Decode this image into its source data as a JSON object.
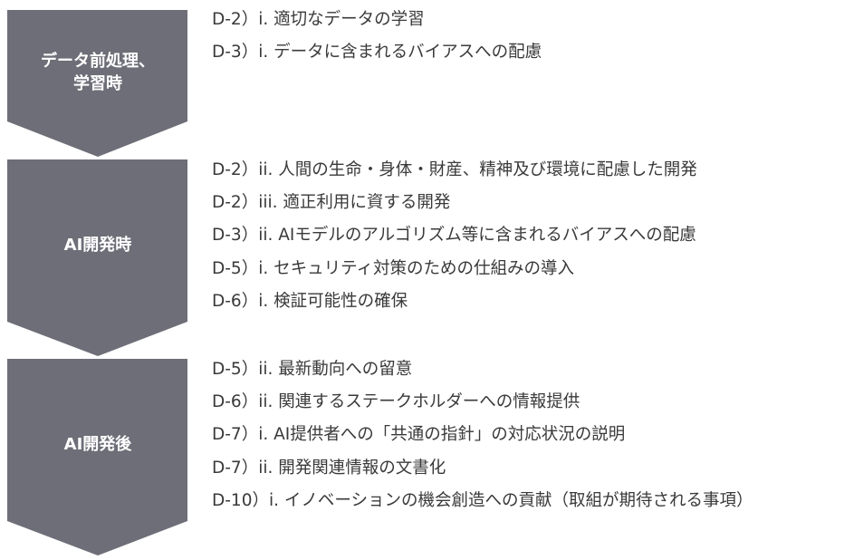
{
  "colors": {
    "arrow": "#6e6e78",
    "text": "#3a3a3a"
  },
  "stages": [
    {
      "label_lines": [
        "データ前処理、",
        "学習時"
      ],
      "items": [
        "D-2）i. 適切なデータの学習",
        "D-3）i. データに含まれるバイアスへの配慮"
      ]
    },
    {
      "label_lines": [
        "AI開発時"
      ],
      "items": [
        "D-2）ii. 人間の生命・身体・財産、精神及び環境に配慮した開発",
        "D-2）iii. 適正利用に資する開発",
        "D-3）ii. AIモデルのアルゴリズム等に含まれるバイアスへの配慮",
        "D-5）i. セキュリティ対策のための仕組みの導入",
        "D-6）i. 検証可能性の確保"
      ]
    },
    {
      "label_lines": [
        "AI開発後"
      ],
      "items": [
        "D-5）ii. 最新動向への留意",
        "D-6）ii. 関連するステークホルダーへの情報提供",
        "D-7）i. AI提供者への「共通の指針」の対応状況の説明",
        "D-7）ii. 開発関連情報の文書化",
        "D-10）i. イノベーションの機会創造への貢献（取組が期待される事項）"
      ]
    }
  ]
}
